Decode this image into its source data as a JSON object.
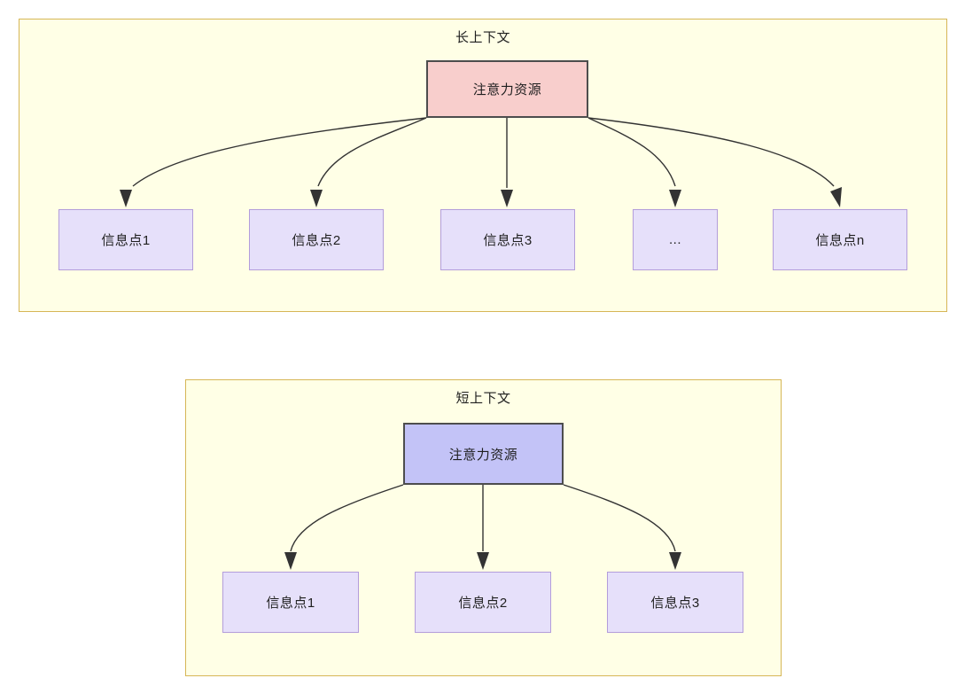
{
  "diagram": {
    "type": "flowchart",
    "description": "Two comparative flowcharts showing attention resource allocation across information points in long vs short context",
    "panels": [
      {
        "id": "long-context",
        "title": "长上下文",
        "root": {
          "label": "注意力资源",
          "fill": "#f8cecc",
          "stroke": "#4d4d4d"
        },
        "leaf_fill": "#e6e0fa",
        "leaf_stroke": "#b39ddb",
        "leaves": [
          {
            "label": "信息点1"
          },
          {
            "label": "信息点2"
          },
          {
            "label": "信息点3"
          },
          {
            "label": "..."
          },
          {
            "label": "信息点n"
          }
        ],
        "panel_fill": "#ffffe6",
        "panel_stroke": "#d6b656"
      },
      {
        "id": "short-context",
        "title": "短上下文",
        "root": {
          "label": "注意力资源",
          "fill": "#c3c3f7",
          "stroke": "#4d4d4d"
        },
        "leaf_fill": "#e6e0fa",
        "leaf_stroke": "#b39ddb",
        "leaves": [
          {
            "label": "信息点1"
          },
          {
            "label": "信息点2"
          },
          {
            "label": "信息点3"
          }
        ],
        "panel_fill": "#ffffe6",
        "panel_stroke": "#d6b656"
      }
    ]
  }
}
